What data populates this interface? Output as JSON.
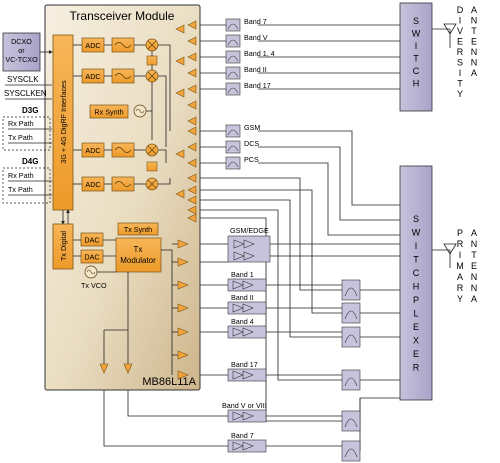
{
  "module": {
    "title": "Transceiver Module",
    "part_number": "MB86L11A",
    "interface_label": "3G + 4G DigRF Interfaces",
    "rx_synth": "Rx Synth",
    "tx_synth": "Tx Synth",
    "tx_digital": "Tx Digital",
    "tx_modulator_line1": "Tx",
    "tx_modulator_line2": "Modulator",
    "tx_vco": "Tx VCO",
    "adc": "ADC",
    "dac": "DAC"
  },
  "left": {
    "oscillator_line1": "DCXO",
    "oscillator_line2": "or",
    "oscillator_line3": "VC-TCXO",
    "sysclk": "SYSCLK",
    "sysclken": "SYSCLKEN",
    "d3g": "D3G",
    "d4g": "D4G",
    "rx_path": "Rx Path",
    "tx_path": "Tx Path"
  },
  "rx_bands_top": [
    "Band 7",
    "Band V",
    "Band 1, 4",
    "Band II",
    "Band 17"
  ],
  "rx_bands_mid": [
    "GSM",
    "DCS",
    "PCS"
  ],
  "tx_blocks": [
    "GSM/EDGE",
    "Band 1",
    "Band II",
    "Band 4",
    "Band 17",
    "Band V or VIII",
    "Band 7"
  ],
  "switch": {
    "label": "SWITCH",
    "antenna": "DIVERSITY ANTENNA"
  },
  "switchplexer": {
    "label": "SWITCHPLEXER",
    "antenna": "PRIMARY ANTENNA"
  }
}
